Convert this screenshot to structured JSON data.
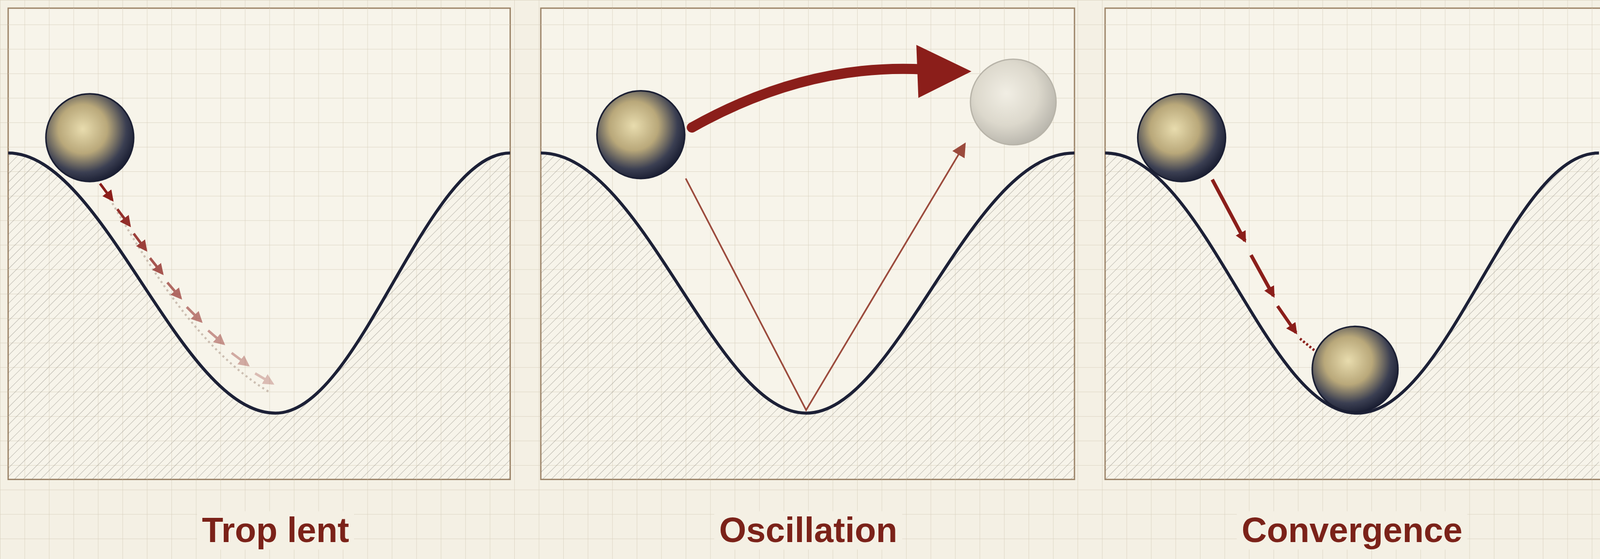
{
  "diagram": {
    "labels": [
      "Trop lent",
      "Oscillation",
      "Convergence"
    ]
  }
}
